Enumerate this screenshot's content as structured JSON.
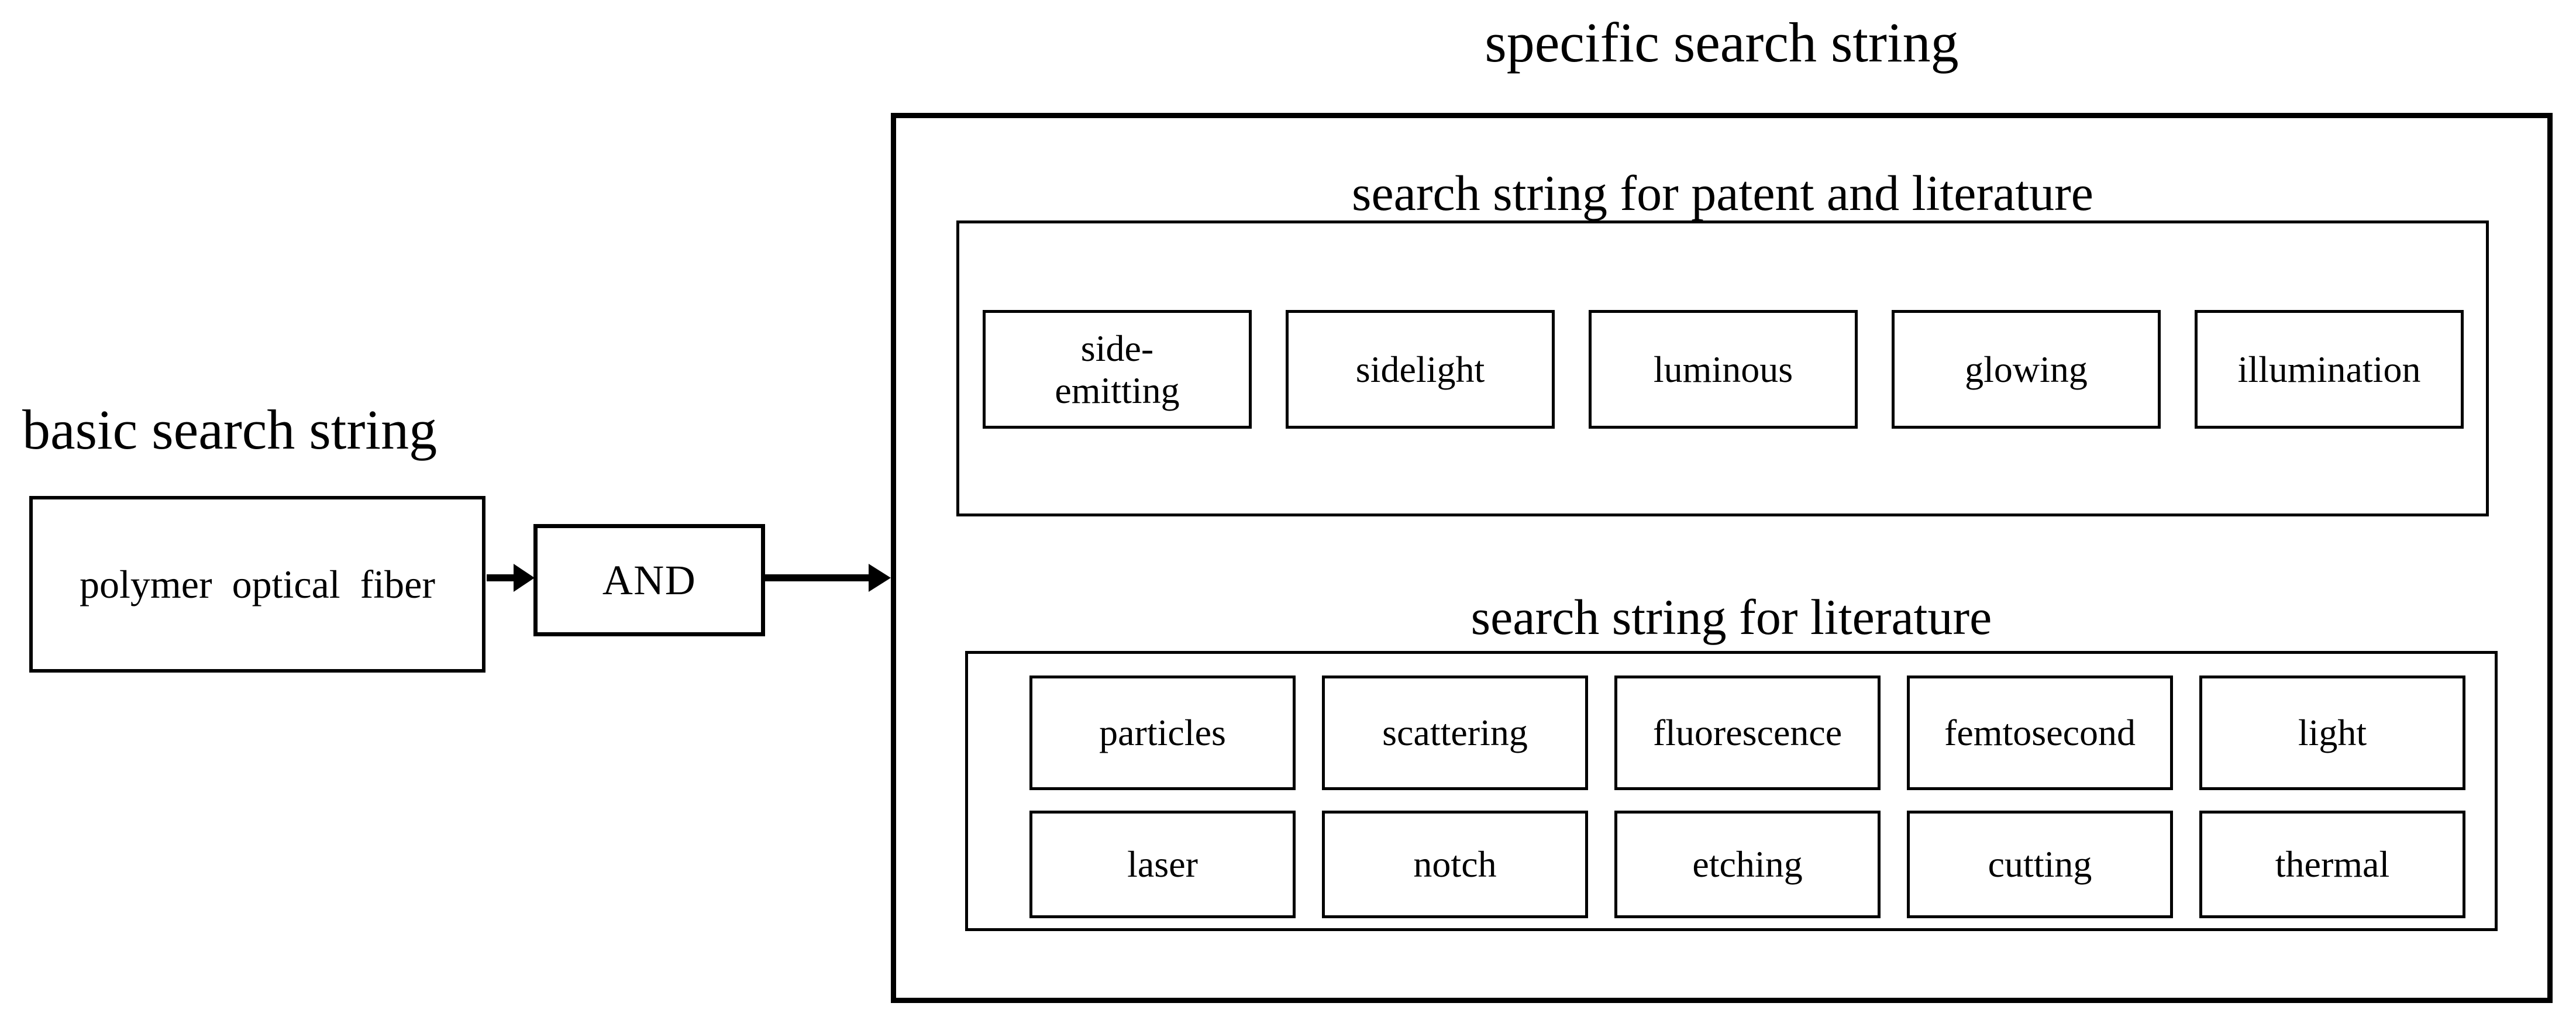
{
  "figure": {
    "main_title": "specific search string",
    "basic_group": {
      "label": "basic search string",
      "term": "polymer optical fiber"
    },
    "operator": "AND",
    "sections": [
      {
        "title": "search string for patent and literature",
        "terms": [
          "side-\nemitting",
          "sidelight",
          "luminous",
          "glowing",
          "illumination"
        ]
      },
      {
        "title": "search string for literature",
        "rows": [
          [
            "particles",
            "scattering",
            "fluorescence",
            "femtosecond",
            "light"
          ],
          [
            "laser",
            "notch",
            "etching",
            "cutting",
            "thermal"
          ]
        ]
      }
    ]
  },
  "colors": {
    "ink": "#000000",
    "paper": "#ffffff"
  }
}
